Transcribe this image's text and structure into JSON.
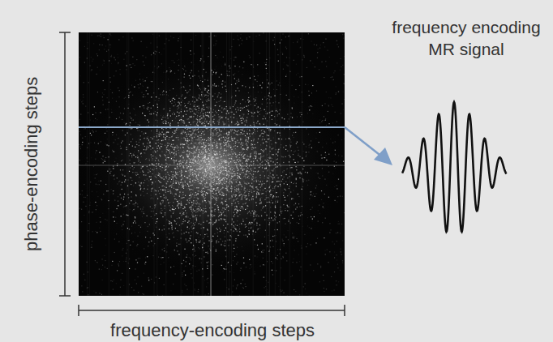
{
  "diagram": {
    "labels": [
      "phase-encoding steps",
      "frequency-encoding steps",
      "frequency encoding MR signal"
    ]
  }
}
